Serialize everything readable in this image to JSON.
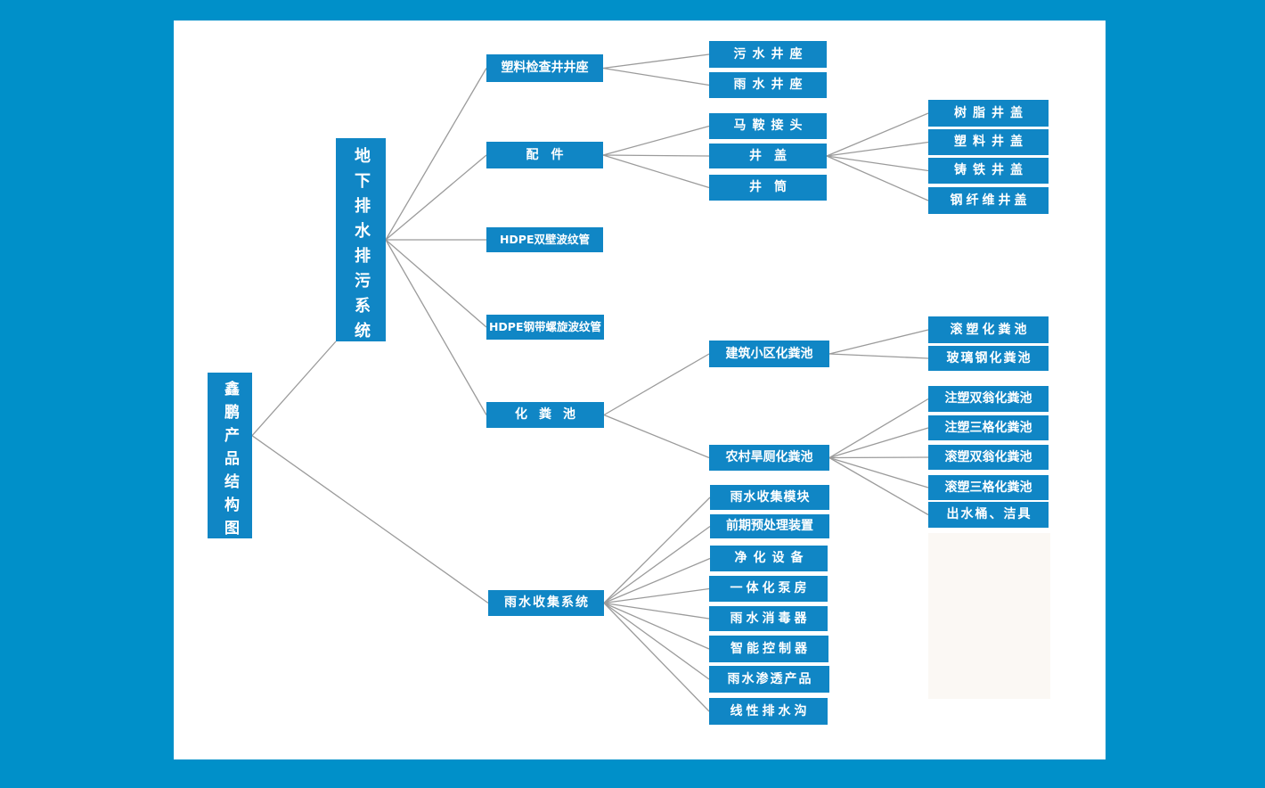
{
  "title": "鑫鹏产品结构图",
  "colors": {
    "canvas_blue": "#0090c9",
    "node_blue": "#1086c5",
    "line_gray": "#9b9b9b",
    "text_white": "#ffffff"
  },
  "nodes": {
    "root": "鑫鹏产品结构图",
    "underground_system": "地下排水排污系统",
    "plastic_inspection_well_seat": "塑料检查井井座",
    "accessories": "配　件",
    "hdpe_double_wall_pipe": "HDPE双壁波纹管",
    "hdpe_steel_belt_pipe": "HDPE钢带螺旋波纹管",
    "septic_tank": "化粪池",
    "rainwater_system": "雨水收集系统",
    "sewage_well_seat": "污水井座",
    "rain_well_seat": "雨水井座",
    "saddle_connector": "马鞍接头",
    "well_cover": "井　盖",
    "well_shaft": "井　筒",
    "resin_cover": "树脂井盖",
    "plastic_cover": "塑料井盖",
    "cast_iron_cover": "铸铁井盖",
    "steel_fiber_cover": "钢纤维井盖",
    "building_district_septic": "建筑小区化粪池",
    "rural_toilet_septic": "农村旱厕化粪池",
    "roto_septic": "滚塑化粪池",
    "frp_septic": "玻璃钢化粪池",
    "inj_double_urn_septic": "注塑双翁化粪池",
    "inj_three_grid_septic": "注塑三格化粪池",
    "roto_double_urn_septic": "滚塑双翁化粪池",
    "roto_three_grid_septic": "滚塑三格化粪池",
    "outlet_bucket_sanitary": "出水桶、洁具",
    "rain_collect_module": "雨水收集模块",
    "pretreatment_device": "前期预处理装置",
    "purification_equipment": "净化设备",
    "integrated_pump_house": "一体化泵房",
    "rain_disinfector": "雨水消毒器",
    "smart_controller": "智能控制器",
    "rain_infiltration": "雨水渗透产品",
    "linear_drain": "线性排水沟"
  },
  "edges": [
    [
      "root",
      "underground_system"
    ],
    [
      "root",
      "rainwater_system"
    ],
    [
      "underground_system",
      "plastic_inspection_well_seat"
    ],
    [
      "underground_system",
      "accessories"
    ],
    [
      "underground_system",
      "hdpe_double_wall_pipe"
    ],
    [
      "underground_system",
      "hdpe_steel_belt_pipe"
    ],
    [
      "underground_system",
      "septic_tank"
    ],
    [
      "plastic_inspection_well_seat",
      "sewage_well_seat"
    ],
    [
      "plastic_inspection_well_seat",
      "rain_well_seat"
    ],
    [
      "accessories",
      "saddle_connector"
    ],
    [
      "accessories",
      "well_cover"
    ],
    [
      "accessories",
      "well_shaft"
    ],
    [
      "well_cover",
      "resin_cover"
    ],
    [
      "well_cover",
      "plastic_cover"
    ],
    [
      "well_cover",
      "cast_iron_cover"
    ],
    [
      "well_cover",
      "steel_fiber_cover"
    ],
    [
      "septic_tank",
      "building_district_septic"
    ],
    [
      "septic_tank",
      "rural_toilet_septic"
    ],
    [
      "building_district_septic",
      "roto_septic"
    ],
    [
      "building_district_septic",
      "frp_septic"
    ],
    [
      "rural_toilet_septic",
      "inj_double_urn_septic"
    ],
    [
      "rural_toilet_septic",
      "inj_three_grid_septic"
    ],
    [
      "rural_toilet_septic",
      "roto_double_urn_septic"
    ],
    [
      "rural_toilet_septic",
      "roto_three_grid_septic"
    ],
    [
      "rural_toilet_septic",
      "outlet_bucket_sanitary"
    ],
    [
      "rainwater_system",
      "rain_collect_module"
    ],
    [
      "rainwater_system",
      "pretreatment_device"
    ],
    [
      "rainwater_system",
      "purification_equipment"
    ],
    [
      "rainwater_system",
      "integrated_pump_house"
    ],
    [
      "rainwater_system",
      "rain_disinfector"
    ],
    [
      "rainwater_system",
      "smart_controller"
    ],
    [
      "rainwater_system",
      "rain_infiltration"
    ],
    [
      "rainwater_system",
      "linear_drain"
    ]
  ]
}
